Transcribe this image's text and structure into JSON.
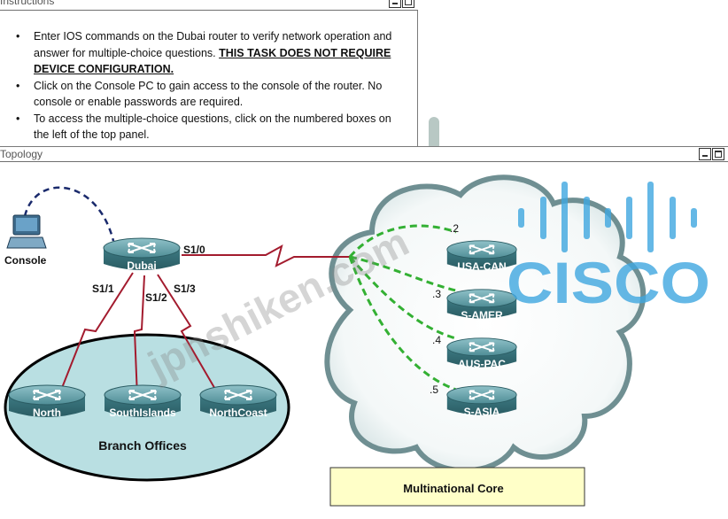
{
  "instructions": {
    "title": "Instructions",
    "items": [
      {
        "text": "Enter IOS commands on the  Dubai router to verify network operation and answer for multiple-choice questions. ",
        "emphasis": "THIS TASK DOES NOT REQUIRE DEVICE CONFIGURATION."
      },
      {
        "text": "Click on the Console PC to gain access to the console of the router. No console or enable passwords are required.",
        "emphasis": ""
      },
      {
        "text": "To access the multiple-choice questions, click on the numbered boxes on the left of the top panel.",
        "emphasis": ""
      }
    ]
  },
  "topology": {
    "title": "Topology",
    "console_label": "Console",
    "hub_router": "Dubai",
    "hub_interfaces": [
      "S1/0",
      "S1/1",
      "S1/2",
      "S1/3"
    ],
    "branch_routers": [
      "North",
      "SouthIslands",
      "NorthCoast"
    ],
    "branch_group_label": "Branch Offices",
    "core_routers": [
      "USA-CAN",
      "S-AMER",
      "AUS-PAC",
      "S-ASIA"
    ],
    "core_addresses": [
      ".2",
      ".3",
      ".4",
      ".5"
    ],
    "core_label": "Multinational Core",
    "watermark": "jpnshiken.com",
    "logo_text": "CISCO"
  },
  "colors": {
    "router_body": "#4f8d96",
    "serial_link": "#a31b2e",
    "frame_relay_link": "#33b033",
    "console_link": "#1a2a6c",
    "branch_ellipse": "#b9dfe2",
    "core_box": "#ffffc8",
    "logo": "#3fa7e0"
  }
}
